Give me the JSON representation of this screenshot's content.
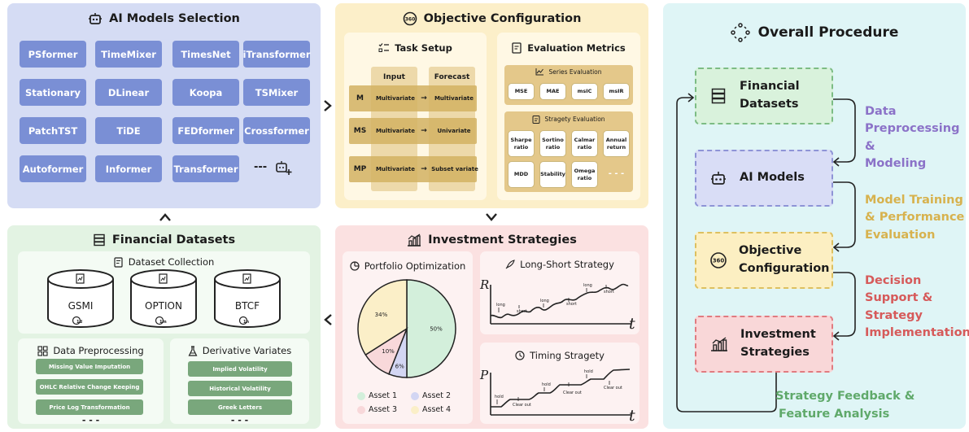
{
  "models_panel": {
    "title": "AI Models Selection",
    "models": [
      "PSformer",
      "TimeMixer",
      "TimesNet",
      "iTransformer",
      "Stationary",
      "DLinear",
      "Koopa",
      "TSMixer",
      "PatchTST",
      "TiDE",
      "FEDformer",
      "Crossformer",
      "Autoformer",
      "Informer",
      "Transformer"
    ],
    "more": "---"
  },
  "objective_panel": {
    "title": "Objective Configuration",
    "task_setup": {
      "title": "Task Setup",
      "col_input": "Input",
      "col_forecast": "Forecast",
      "rows": [
        {
          "code": "M",
          "input": "Multivariate",
          "forecast": "Multivariate"
        },
        {
          "code": "MS",
          "input": "Multivariate",
          "forecast": "Univariate"
        },
        {
          "code": "MP",
          "input": "Multivariate",
          "forecast": "Subset variate"
        }
      ],
      "arrow": "→"
    },
    "evaluation": {
      "title": "Evaluation Metrics",
      "series_title": "Series Evaluation",
      "series_metrics": [
        "MSE",
        "MAE",
        "msIC",
        "msIR"
      ],
      "strategy_title": "Stragety Evaluation",
      "strategy_metrics": [
        "Sharpe ratio",
        "Sortino ratio",
        "Calmar ratio",
        "Annual return",
        "MDD",
        "Stability",
        "Omega ratio",
        "- - -"
      ]
    }
  },
  "datasets_panel": {
    "title": "Financial Datasets",
    "collection_title": "Dataset Collection",
    "datasets": [
      {
        "name": "GSMI",
        "freq": "1d"
      },
      {
        "name": "OPTION",
        "freq": "1m"
      },
      {
        "name": "BTCF",
        "freq": "1h"
      }
    ],
    "preprocessing_title": "Data Preprocessing",
    "preprocessing_items": [
      "Missing Value Imputation",
      "OHLC Relative Change Keeping",
      "Price Log Transformation"
    ],
    "derivative_title": "Derivative Variates",
    "derivative_items": [
      "Implied Volatility",
      "Historical Volatility",
      "Greek Letters"
    ],
    "more": "- - -"
  },
  "investment_panel": {
    "title": "Investment Strategies",
    "portfolio_title": "Portfolio Optimization",
    "legend": [
      "Asset 1",
      "Asset 2",
      "Asset 3",
      "Asset 4"
    ],
    "long_short_title": "Long-Short Strategy",
    "long_short_axis_y": "R",
    "long_short_axis_x": "t",
    "long_short_labels": [
      "long",
      "short",
      "long",
      "short",
      "long",
      "short"
    ],
    "timing_title": "Timing Stragety",
    "timing_axis_y": "P",
    "timing_axis_x": "t",
    "timing_labels": [
      "hold",
      "Clear out",
      "hold",
      "Clear out",
      "hold",
      "Clear out"
    ]
  },
  "chart_data": {
    "type": "pie",
    "categories": [
      "Asset 1",
      "Asset 2",
      "Asset 3",
      "Asset 4"
    ],
    "values": [
      50,
      6,
      10,
      34
    ],
    "labels": [
      "50%",
      "6%",
      "10%",
      "34%"
    ],
    "colors": [
      "#d3efdb",
      "#d3d6f3",
      "#f8d8da",
      "#fbefc8"
    ]
  },
  "procedure": {
    "title": "Overall Procedure",
    "steps": [
      {
        "line1": "Financial",
        "line2": "Datasets"
      },
      {
        "line1": "AI Models",
        "line2": ""
      },
      {
        "line1": "Objective",
        "line2": "Configuration"
      },
      {
        "line1": "Investment",
        "line2": "Strategies"
      }
    ],
    "labels": [
      {
        "lines": [
          "Data",
          "Preprocessing &",
          "Modeling"
        ],
        "color": "#8b72c8"
      },
      {
        "lines": [
          "Model Training",
          "& Performance",
          "Evaluation"
        ],
        "color": "#d7b24e"
      },
      {
        "lines": [
          "Decision",
          "Support &",
          "Strategy",
          "Implementation"
        ],
        "color": "#d65a5a"
      }
    ],
    "feedback": [
      "Strategy Feedback &",
      "Feature Analysis"
    ],
    "feedback_color": "#5fa96a"
  },
  "colors": {
    "models_bg": "#d5dcf4",
    "objective_bg": "#fcefc9",
    "datasets_bg": "#e3f3e3",
    "investment_bg": "#fbe1e1",
    "procedure_bg": "#dff5f6",
    "model_button": "#7a8fd5",
    "green_button": "#79a77c"
  }
}
